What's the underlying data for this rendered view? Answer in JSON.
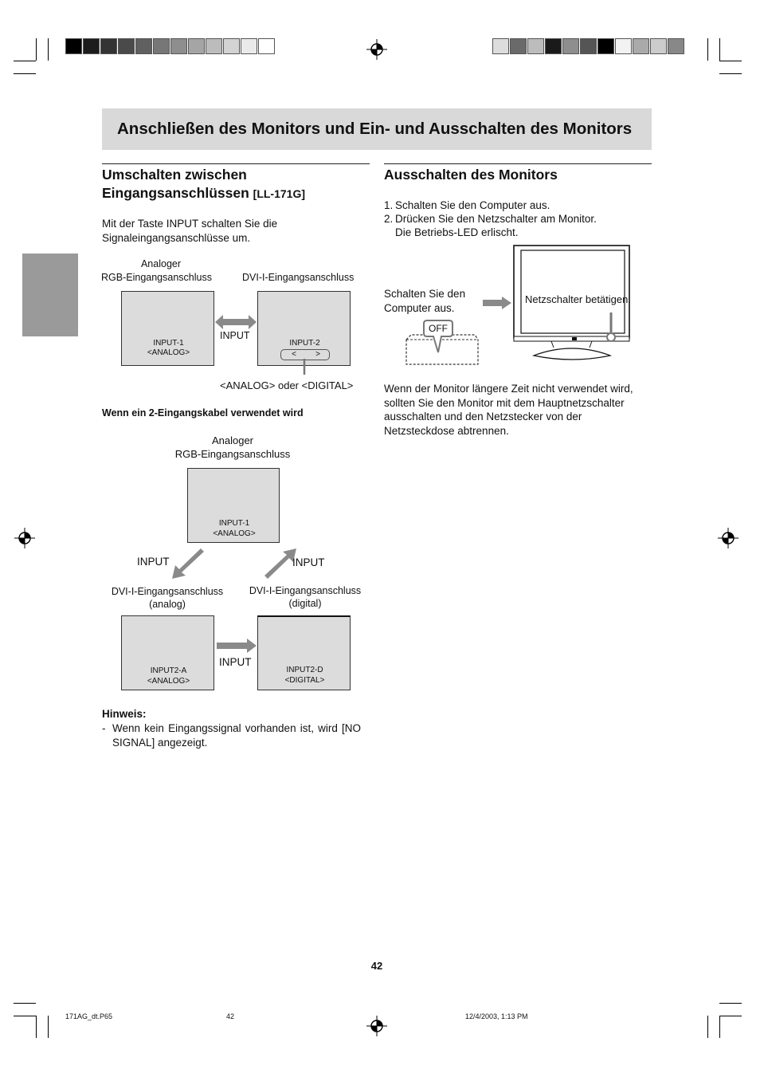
{
  "header": {
    "title": "Anschließen des Monitors und Ein- und Ausschalten des Monitors"
  },
  "left": {
    "heading_line1": "Umschalten zwischen",
    "heading_line2": "Eingangsanschlüssen",
    "heading_model": "[LL-171G]",
    "intro": "Mit der Taste INPUT schalten Sie die Signaleingangsanschlüsse um.",
    "diagram1": {
      "label_analog_line1": "Analoger",
      "label_analog_line2": "RGB-Eingangsanschluss",
      "label_dvi": "DVI-I-Eingangsanschluss",
      "screen1_line1": "INPUT-1",
      "screen1_line2": "<ANALOG>",
      "screen2_line1": "INPUT-2",
      "screen2_left": "<",
      "screen2_right": ">",
      "arrow_label": "INPUT",
      "caption": "<ANALOG> oder <DIGITAL>"
    },
    "subheading": "Wenn ein 2-Eingangskabel verwendet wird",
    "diagram2": {
      "top_label_line1": "Analoger",
      "top_label_line2": "RGB-Eingangsanschluss",
      "top_screen_line1": "INPUT-1",
      "top_screen_line2": "<ANALOG>",
      "input_left": "INPUT",
      "input_right": "INPUT",
      "dvi_analog_line1": "DVI-I-Eingangsanschluss",
      "dvi_analog_line2": "(analog)",
      "dvi_digital_line1": "DVI-I-Eingangsanschluss",
      "dvi_digital_line2": "(digital)",
      "screen_a_line1": "INPUT2-A",
      "screen_a_line2": "<ANALOG>",
      "screen_d_line1": "INPUT2-D",
      "screen_d_line2": "<DIGITAL>",
      "input_bottom": "INPUT"
    },
    "note_heading": "Hinweis:",
    "note_dash": "-",
    "note_text": "Wenn kein Eingangssignal vorhanden ist, wird [NO SIGNAL] angezeigt."
  },
  "right": {
    "heading": "Ausschalten des Monitors",
    "steps": [
      {
        "num": "1.",
        "text": "Schalten Sie den Computer aus."
      },
      {
        "num": "2.",
        "text": "Drücken Sie den Netzschalter am Monitor."
      }
    ],
    "step2_cont": "Die Betriebs-LED erlischt.",
    "illus": {
      "computer_text": "Schalten Sie den Computer aus.",
      "off_label": "OFF",
      "monitor_text": "Netzschalter betätigen."
    },
    "paragraph": "Wenn der Monitor längere Zeit nicht verwendet wird, sollten Sie den Monitor mit dem Hauptnetzschalter ausschalten und den Netzstecker von der Netzsteckdose abtrennen."
  },
  "page_number": "42",
  "footer": {
    "file": "171AG_dt.P65",
    "page": "42",
    "date": "12/4/2003, 1:13 PM"
  },
  "colors": {
    "header_bg": "#d9d9d9",
    "side_tab": "#9a9a9a",
    "screen_bg": "#dcdcdc",
    "arrow": "#8a8a8a",
    "swatches_left": [
      "#000000",
      "#1c1c1c",
      "#333333",
      "#4a4a4a",
      "#606060",
      "#777777",
      "#8e8e8e",
      "#a5a5a5",
      "#bcbcbc",
      "#d3d3d3",
      "#eaeaea",
      "#ffffff"
    ],
    "swatches_right": [
      "#dddddd",
      "#6a6a6a",
      "#bcbcbc",
      "#1a1a1a",
      "#8e8e8e",
      "#555555",
      "#000000",
      "#f2f2f2",
      "#aaaaaa",
      "#cccccc",
      "#888888"
    ]
  },
  "icons": [
    "registration-mark-icon",
    "double-arrow-icon",
    "arrow-icon",
    "monitor-icon",
    "computer-icon"
  ]
}
